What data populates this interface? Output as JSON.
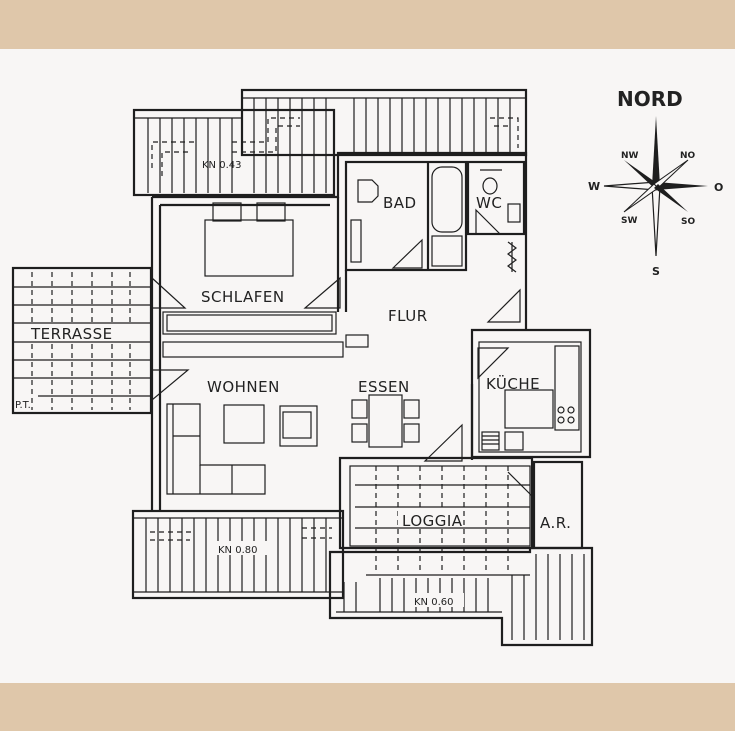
{
  "frame": {
    "band_color": "#dfc7aa",
    "paper_color": "#f8f6f5",
    "line_color": "#1e1e1e"
  },
  "compass": {
    "title": "NORD",
    "north": "S",
    "labels": {
      "w": "W",
      "o": "O",
      "s": "S",
      "nw": "NW",
      "no": "NO",
      "sw": "SW",
      "so": "SO"
    }
  },
  "rooms": {
    "bad": "BAD",
    "wc": "WC",
    "schlafen": "SCHLAFEN",
    "flur": "FLUR",
    "terrasse": "TERRASSE",
    "wohnen": "WOHNEN",
    "essen": "ESSEN",
    "kueche": "KÜCHE",
    "loggia": "LOGGIA",
    "ar": "A.R."
  },
  "annotations": {
    "kn_top": "KN 0.43",
    "kn_bottom_left": "KN 0.80",
    "kn_bottom_right": "KN 0.60",
    "pt": "P.T."
  }
}
